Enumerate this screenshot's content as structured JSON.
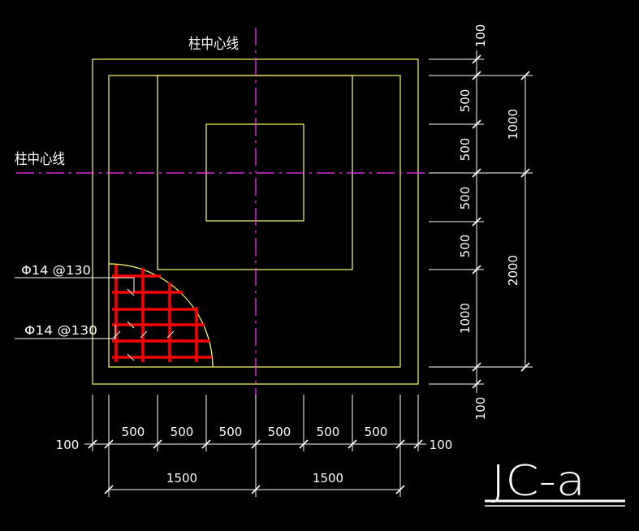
{
  "drawing": {
    "title": "JC-a",
    "centerline_label_vertical": "柱中心线",
    "centerline_label_horizontal": "柱中心线",
    "rebar_label_top": "Φ14 @130",
    "rebar_label_bottom": "Φ14 @130",
    "colors": {
      "background": "#000000",
      "outline": "#ffff66",
      "centerline": "#ff33ff",
      "rebar": "#ff0000",
      "dimension": "#ffffff"
    }
  },
  "dimensions": {
    "right_small": [
      "100",
      "500",
      "500",
      "500",
      "500",
      "1000",
      "100"
    ],
    "right_large": [
      "1000",
      "2000"
    ],
    "bottom_small": [
      "100",
      "500",
      "500",
      "500",
      "500",
      "500",
      "500",
      "100"
    ],
    "bottom_large": [
      "1500",
      "1500"
    ]
  }
}
